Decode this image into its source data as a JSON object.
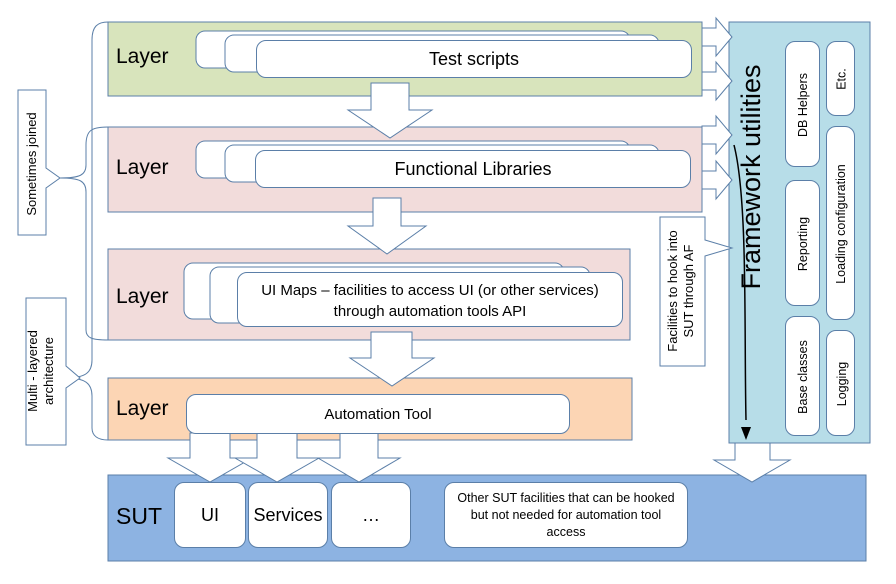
{
  "layers": [
    {
      "label": "Layer",
      "box_text": "Test scripts"
    },
    {
      "label": "Layer",
      "box_text": "Functional Libraries"
    },
    {
      "label": "Layer",
      "box_text_line1": "UI Maps – facilities to access UI (or other services)",
      "box_text_line2": "through automation tools API"
    },
    {
      "label": "Layer",
      "box_text": "Automation Tool"
    }
  ],
  "sut": {
    "label": "SUT",
    "items": [
      "UI",
      "Services",
      "…"
    ],
    "note": "Other SUT facilities that can be hooked but not needed for automation tool access"
  },
  "framework": {
    "title": "Framework utilities",
    "utilities": [
      "DB Helpers",
      "Etc.",
      "Reporting",
      "Loading configuration",
      "Base classes",
      "Logging"
    ]
  },
  "side_labels": {
    "sometimes_joined": "Sometimes joined",
    "multi_layered": "Multi - layered architecture",
    "hook_facilities": "Facilities to hook into SUT through AF"
  },
  "colors": {
    "layer1": "#d8e4bc",
    "layer2": "#f2dcdb",
    "layer3": "#f2dcdb",
    "layer4": "#fcd5b4",
    "sut": "#8db3e2",
    "framework": "#b7dde8",
    "border": "#5b7fa8"
  }
}
